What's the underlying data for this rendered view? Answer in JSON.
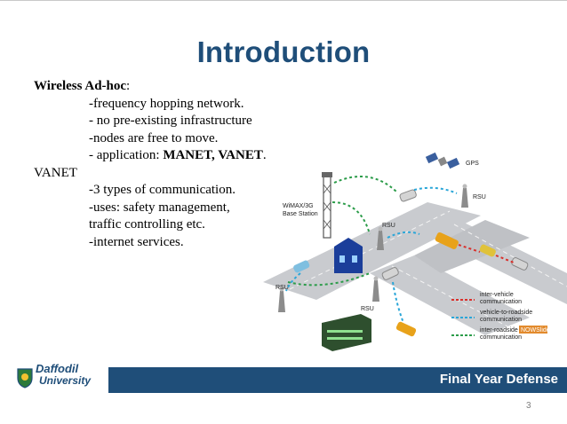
{
  "slide": {
    "title": "Introduction",
    "page_number": "3",
    "footer": "Final Year Defense"
  },
  "content": {
    "heading1": "Wireless Ad-hoc",
    "heading1_suffix": ":",
    "items1": [
      "-frequency hopping network.",
      "- no pre-existing infrastructure",
      "-nodes are free to move."
    ],
    "item_app_prefix": "- application: ",
    "item_app_bold": "MANET, VANET",
    "item_app_suffix": ".",
    "heading2": "VANET",
    "items2": [
      "-3 types of communication.",
      "-uses: safety management,",
      "traffic controlling etc.",
      "-internet services."
    ]
  },
  "logo": {
    "line1": "Daffodil",
    "line2": "University"
  },
  "diagram": {
    "labels": {
      "gps": "GPS",
      "rsu_top": "RSU",
      "rsu_mid": "RSU",
      "rsu_left": "RSU",
      "rsu_bottom": "RSU",
      "base1": "WiMAX/3G",
      "base2": "Base Station"
    },
    "legend": [
      {
        "line1": "inter-vehicle",
        "line2": "communication",
        "color": "#d9302c"
      },
      {
        "line1": "vehicle-to-roadside",
        "line2": "communication",
        "color": "#2aa6d8"
      },
      {
        "line1": "inter-roadside",
        "line2": "communication",
        "color": "#2c9c4a"
      }
    ],
    "watermark": "NOWSlider"
  }
}
